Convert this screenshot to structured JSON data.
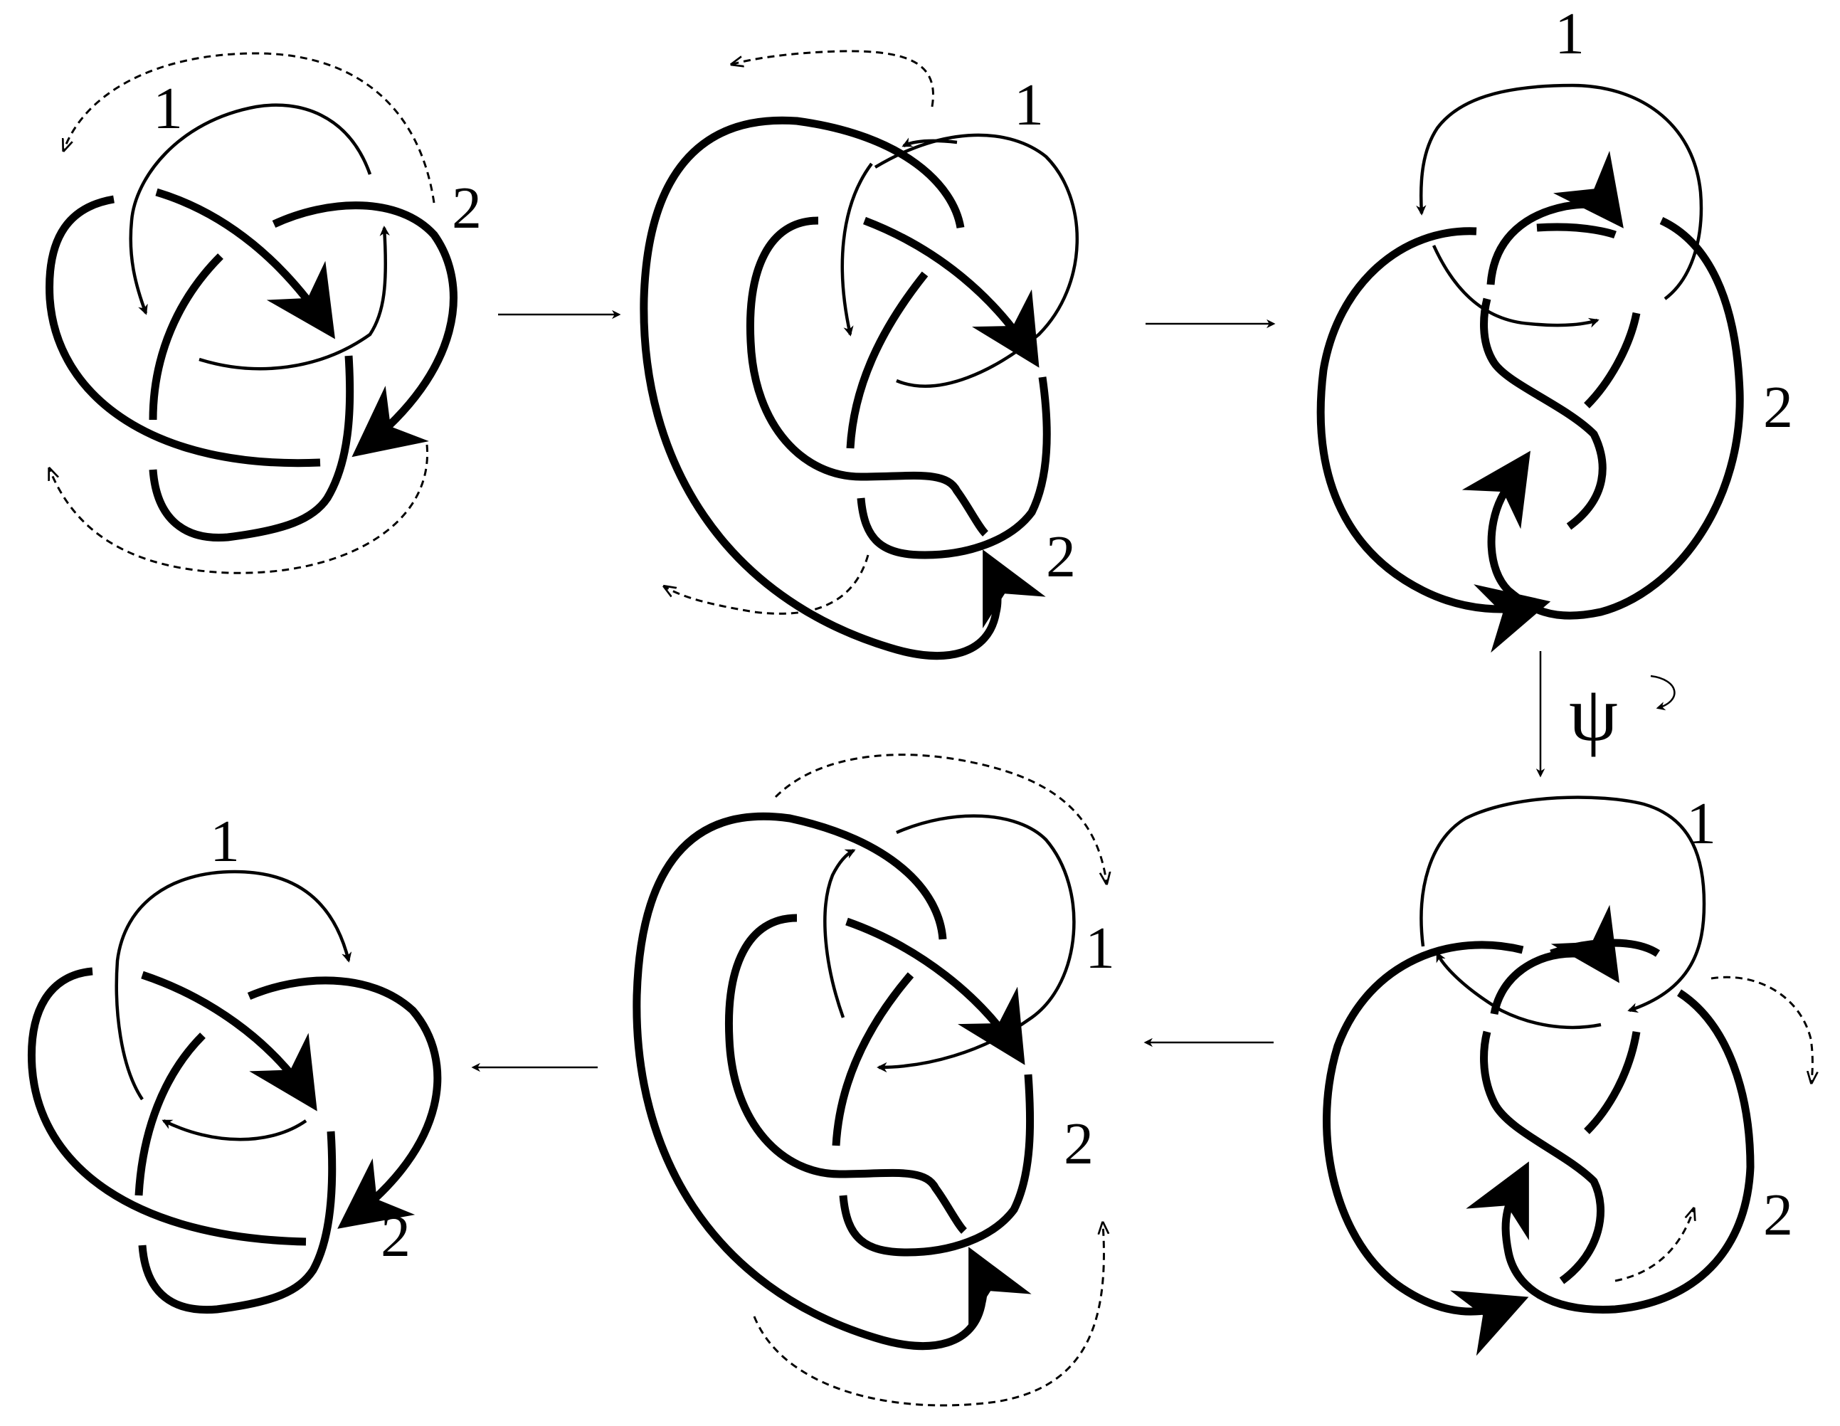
{
  "panels": {
    "top_left": {
      "label1": "1",
      "label2": "2"
    },
    "top_middle": {
      "label1": "1",
      "label2": "2"
    },
    "top_right": {
      "label1": "1",
      "label2": "2"
    },
    "bottom_right": {
      "label1": "1",
      "label2": "2"
    },
    "bottom_middle": {
      "label1": "1",
      "label2": "2"
    },
    "bottom_left": {
      "label1": "1",
      "label2": "2"
    }
  },
  "transition_symbol": "ψ"
}
